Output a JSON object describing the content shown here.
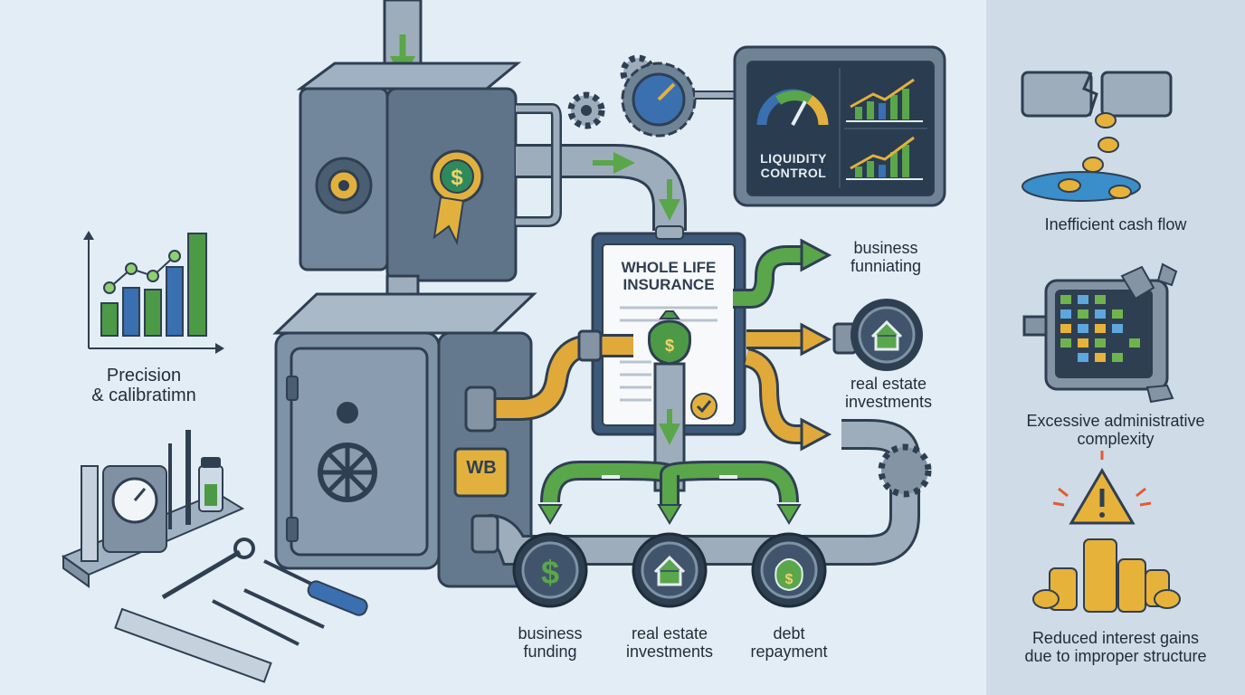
{
  "left": {
    "precision_label": "Precision\n& calibratimn"
  },
  "safe": {
    "badge": "WB"
  },
  "dashboard": {
    "title": "LIQUIDITY\nCONTROL"
  },
  "document": {
    "title": "WHOLE LIFE\nINSURANCE"
  },
  "outputs": {
    "top": "business\nfunniating",
    "middle": "real estate\ninvestments"
  },
  "bottom_nodes": [
    {
      "label": "business\nfunding",
      "icon": "dollar-icon"
    },
    {
      "label": "real estate\ninvestments",
      "icon": "house-icon"
    },
    {
      "label": "debt\nrepayment",
      "icon": "money-bag-icon"
    }
  ],
  "risks": [
    {
      "label": "Inefficient cash flow",
      "icon": "broken-pipe-icon"
    },
    {
      "label": "Excessive administrative\ncomplexity",
      "icon": "crumbling-grid-icon"
    },
    {
      "label": "Reduced interest gains\ndue to improper structure",
      "icon": "warning-coins-icon"
    }
  ],
  "colors": {
    "background": "#e3edf5",
    "side_panel": "#cfdbe6",
    "pipe_gray": "#8c9bab",
    "pipe_green": "#5aa64a",
    "pipe_gold": "#e0a93a",
    "navy": "#2f3f52",
    "coin": "#e7b23a"
  }
}
